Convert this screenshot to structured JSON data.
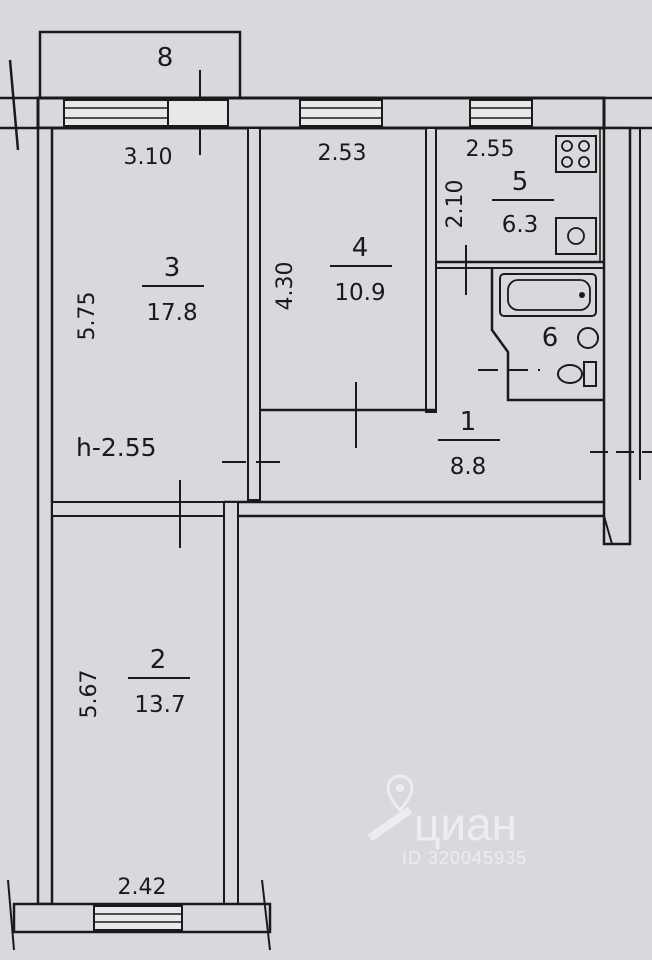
{
  "balcony": {
    "label": "8"
  },
  "ceiling_height": "h-2.55",
  "rooms": [
    {
      "id": "room-1",
      "number": "1",
      "area": "8.8"
    },
    {
      "id": "room-2",
      "number": "2",
      "area": "13.7"
    },
    {
      "id": "room-3",
      "number": "3",
      "area": "17.8"
    },
    {
      "id": "room-4",
      "number": "4",
      "area": "10.9"
    },
    {
      "id": "room-5",
      "number": "5",
      "area": "6.3"
    },
    {
      "id": "room-6",
      "number": "6",
      "area": ""
    }
  ],
  "dimensions": {
    "room3_width": "3.10",
    "room3_length": "5.75",
    "room4_width": "2.53",
    "room4_length": "4.30",
    "kitchen_width": "2.55",
    "kitchen_length": "2.10",
    "room2_length": "5.67",
    "room2_width": "2.42"
  },
  "watermark": {
    "brand": "циан",
    "id_text": "ID 320045935"
  }
}
